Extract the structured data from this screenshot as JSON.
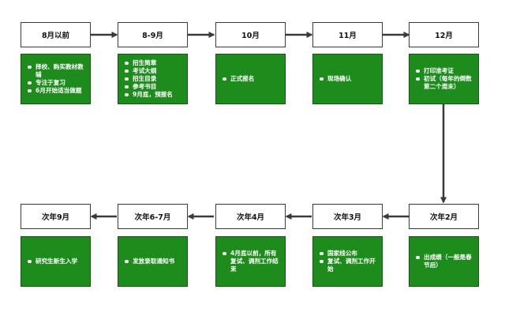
{
  "stages": [
    {
      "label": "8月以前",
      "items": [
        "择校、购买教材教辅",
        "专注于复习",
        "6月开始适当做题"
      ]
    },
    {
      "label": "8-9月",
      "items": [
        "招生简章",
        "考试大纲",
        "招生目录",
        "参考书目",
        "9月底，预报名"
      ]
    },
    {
      "label": "10月",
      "items": [
        "正式报名"
      ]
    },
    {
      "label": "11月",
      "items": [
        "现场确认"
      ]
    },
    {
      "label": "12月",
      "items": [
        "打印准考证",
        "初试（每年的倒数第二个周末）"
      ]
    },
    {
      "label": "次年2月",
      "items": [
        "出成绩（一般是春节后）"
      ]
    },
    {
      "label": "次年3月",
      "items": [
        "国家线公布",
        "复试、调剂工作开始"
      ]
    },
    {
      "label": "次年4月",
      "items": [
        "4月底以前，所有复试、调剂工作结束"
      ]
    },
    {
      "label": "次年6-7月",
      "items": [
        "发放录取通知书"
      ]
    },
    {
      "label": "次年9月",
      "items": [
        "研究生新生入学"
      ]
    }
  ],
  "colors": {
    "card": "#1d8c1d",
    "arrow": "#3a3a3a"
  }
}
